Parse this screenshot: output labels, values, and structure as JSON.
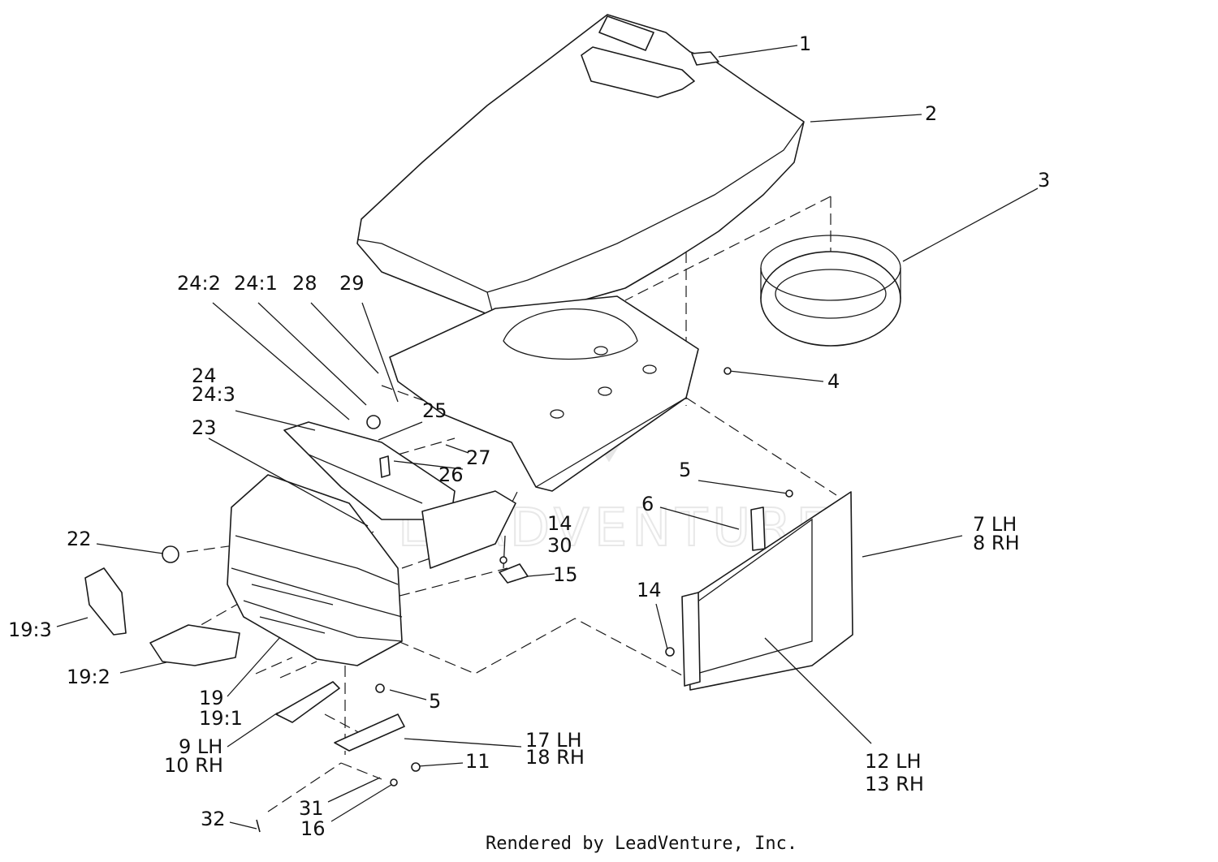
{
  "watermark": {
    "text": "LEADVENTURE"
  },
  "footer": {
    "text": "Rendered by LeadVenture, Inc."
  },
  "callouts": {
    "c1": "1",
    "c2": "2",
    "c3": "3",
    "c4": "4",
    "c5a": "5",
    "c5b": "5",
    "c6": "6",
    "c7": "7 LH",
    "c8": "8 RH",
    "c9": "9 LH",
    "c10": "10 RH",
    "c11": "11",
    "c12": "12 LH",
    "c13": "13 RH",
    "c14a": "14",
    "c14b": "14",
    "c15": "15",
    "c16": "16",
    "c17": "17 LH",
    "c18": "18 RH",
    "c19": "19",
    "c19_1": "19:1",
    "c19_2": "19:2",
    "c19_3": "19:3",
    "c22": "22",
    "c23": "23",
    "c24": "24",
    "c24_1": "24:1",
    "c24_2": "24:2",
    "c24_3": "24:3",
    "c25": "25",
    "c26": "26",
    "c27": "27",
    "c28": "28",
    "c29": "29",
    "c30": "30",
    "c31": "31",
    "c32": "32"
  }
}
